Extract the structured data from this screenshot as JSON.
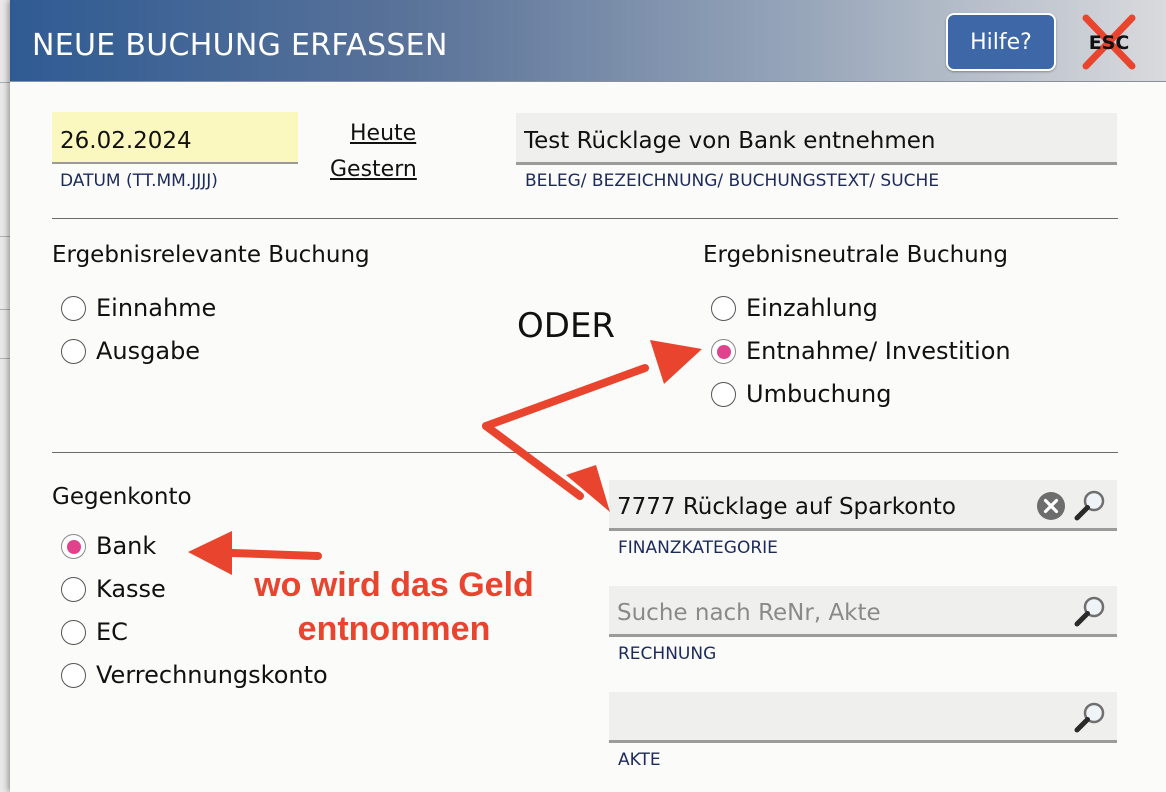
{
  "dialog": {
    "title": "NEUE BUCHUNG ERFASSEN",
    "help_label": "Hilfe?",
    "esc_label": "ESC"
  },
  "date": {
    "value": "26.02.2024",
    "caption": "DATUM (TT.MM.JJJJ)",
    "today_link": "Heute",
    "yesterday_link": "Gestern"
  },
  "beleg": {
    "value": "Test Rücklage von Bank entnehmen",
    "caption": "BELEG/ BEZEICHNUNG/ BUCHUNGSTEXT/ SUCHE"
  },
  "ergebnisrelevant": {
    "title": "Ergebnisrelevante Buchung",
    "options": [
      "Einnahme",
      "Ausgabe"
    ]
  },
  "oder_label": "ODER",
  "ergebnisneutral": {
    "title": "Ergebnisneutrale Buchung",
    "options": [
      "Einzahlung",
      "Entnahme/ Investition",
      "Umbuchung"
    ],
    "selected": "Entnahme/ Investition"
  },
  "gegenkonto": {
    "title": "Gegenkonto",
    "options": [
      "Bank",
      "Kasse",
      "EC",
      "Verrechnungskonto"
    ],
    "selected": "Bank"
  },
  "finanzkategorie": {
    "value": "7777 Rücklage auf Sparkonto",
    "caption": "FINANZKATEGORIE"
  },
  "rechnung": {
    "value": "",
    "placeholder": "Suche nach ReNr, Akte",
    "caption": "RECHNUNG"
  },
  "akte": {
    "value": "",
    "caption": "AKTE"
  },
  "annotation": {
    "line1": "wo wird das Geld",
    "line2": "entnommen",
    "color": "#e8442e"
  },
  "colors": {
    "radio_selected": "#e0428c",
    "help_button": "#3d67a6",
    "date_background": "#fbf8bf"
  }
}
